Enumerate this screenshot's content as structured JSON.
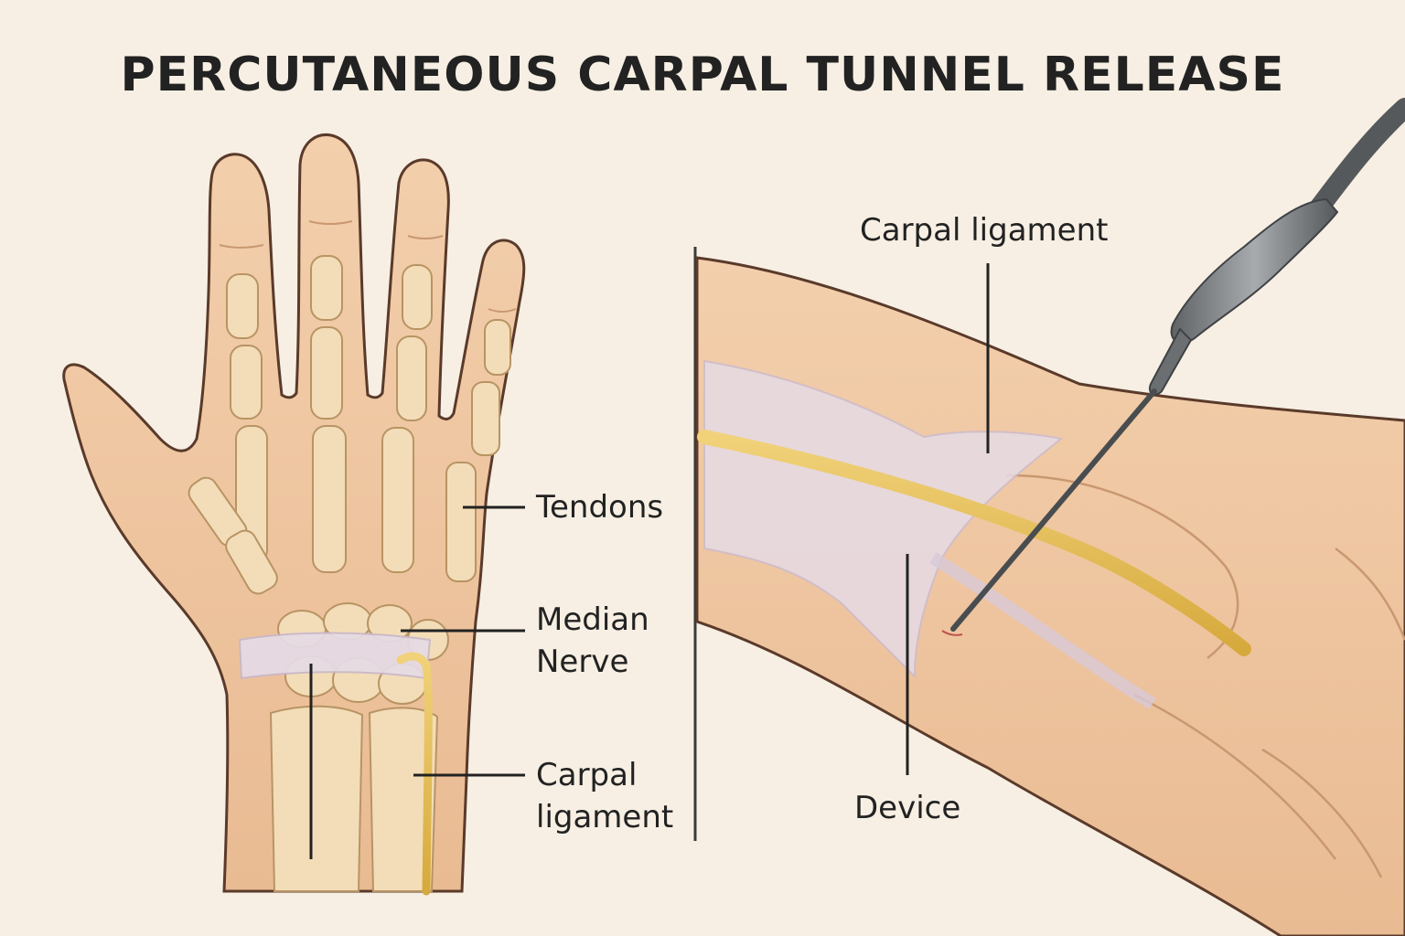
{
  "title": "PERCUTANEOUS CARPAL TUNNEL RELEASE",
  "left_panel": {
    "labels": {
      "tendons": "Tendons",
      "median_nerve_line1": "Median",
      "median_nerve_line2": "Nerve",
      "carpal_ligament_line1": "Carpal",
      "carpal_ligament_line2": "ligament"
    }
  },
  "right_panel": {
    "labels": {
      "carpal_ligament": "Carpal ligament",
      "device": "Device"
    }
  },
  "colors": {
    "background": "#f7efe3",
    "skin": "#f0c9a4",
    "skin_outline": "#5a3a2a",
    "bone": "#f3ddb8",
    "ligament": "#e6dbe6",
    "nerve": "#e8c25a",
    "device": "#7c7f82",
    "text": "#222222"
  }
}
